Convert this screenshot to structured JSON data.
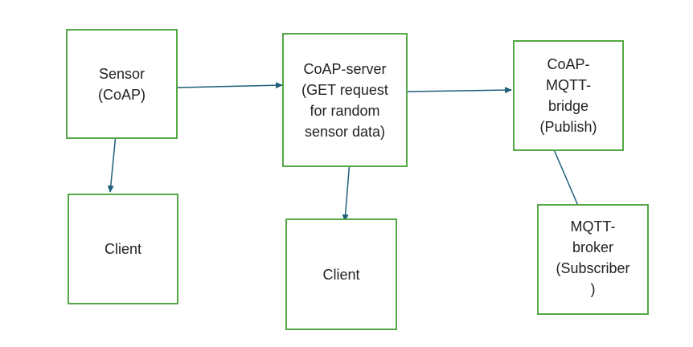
{
  "diagram": {
    "colors": {
      "box_border": "#54a845",
      "arrow": "#1f5f7a",
      "text": "#222222",
      "background": "#ffffff"
    },
    "nodes": {
      "sensor": {
        "label": "Sensor\n(CoAP)"
      },
      "client_left": {
        "label": "Client"
      },
      "coap_server": {
        "label": "CoAP-server\n(GET request\nfor random\nsensor data)"
      },
      "client_middle": {
        "label": "Client"
      },
      "bridge": {
        "label": "CoAP-\nMQTT-\nbridge\n(Publish)"
      },
      "broker": {
        "label": "MQTT-\nbroker\n(Subscriber\n)"
      }
    },
    "edges": [
      {
        "from": "sensor",
        "to": "coap_server"
      },
      {
        "from": "sensor",
        "to": "client_left"
      },
      {
        "from": "coap_server",
        "to": "bridge"
      },
      {
        "from": "coap_server",
        "to": "client_middle"
      },
      {
        "from": "bridge",
        "to": "broker"
      }
    ]
  }
}
